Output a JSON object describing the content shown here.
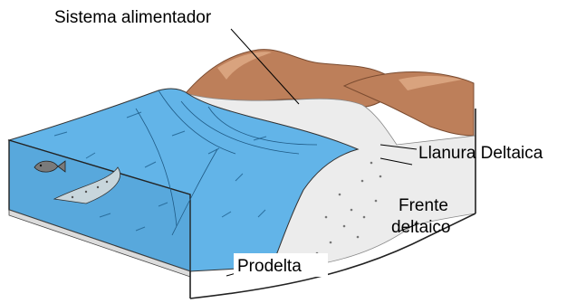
{
  "labels": {
    "feeder_system": "Sistema alimentador",
    "delta_plain": "Llanura Deltaica",
    "delta_front_line1": "Frente",
    "delta_front_line2": "deltaico",
    "prodelta": "Prodelta"
  },
  "colors": {
    "water": "#62b4e8",
    "water_dark": "#3c95cf",
    "sediment": "#e9e9e9",
    "mountain": "#bd7f5a",
    "mountain_light": "#d9a37e",
    "outline": "#222222"
  },
  "icons": [
    "fish-icon"
  ]
}
